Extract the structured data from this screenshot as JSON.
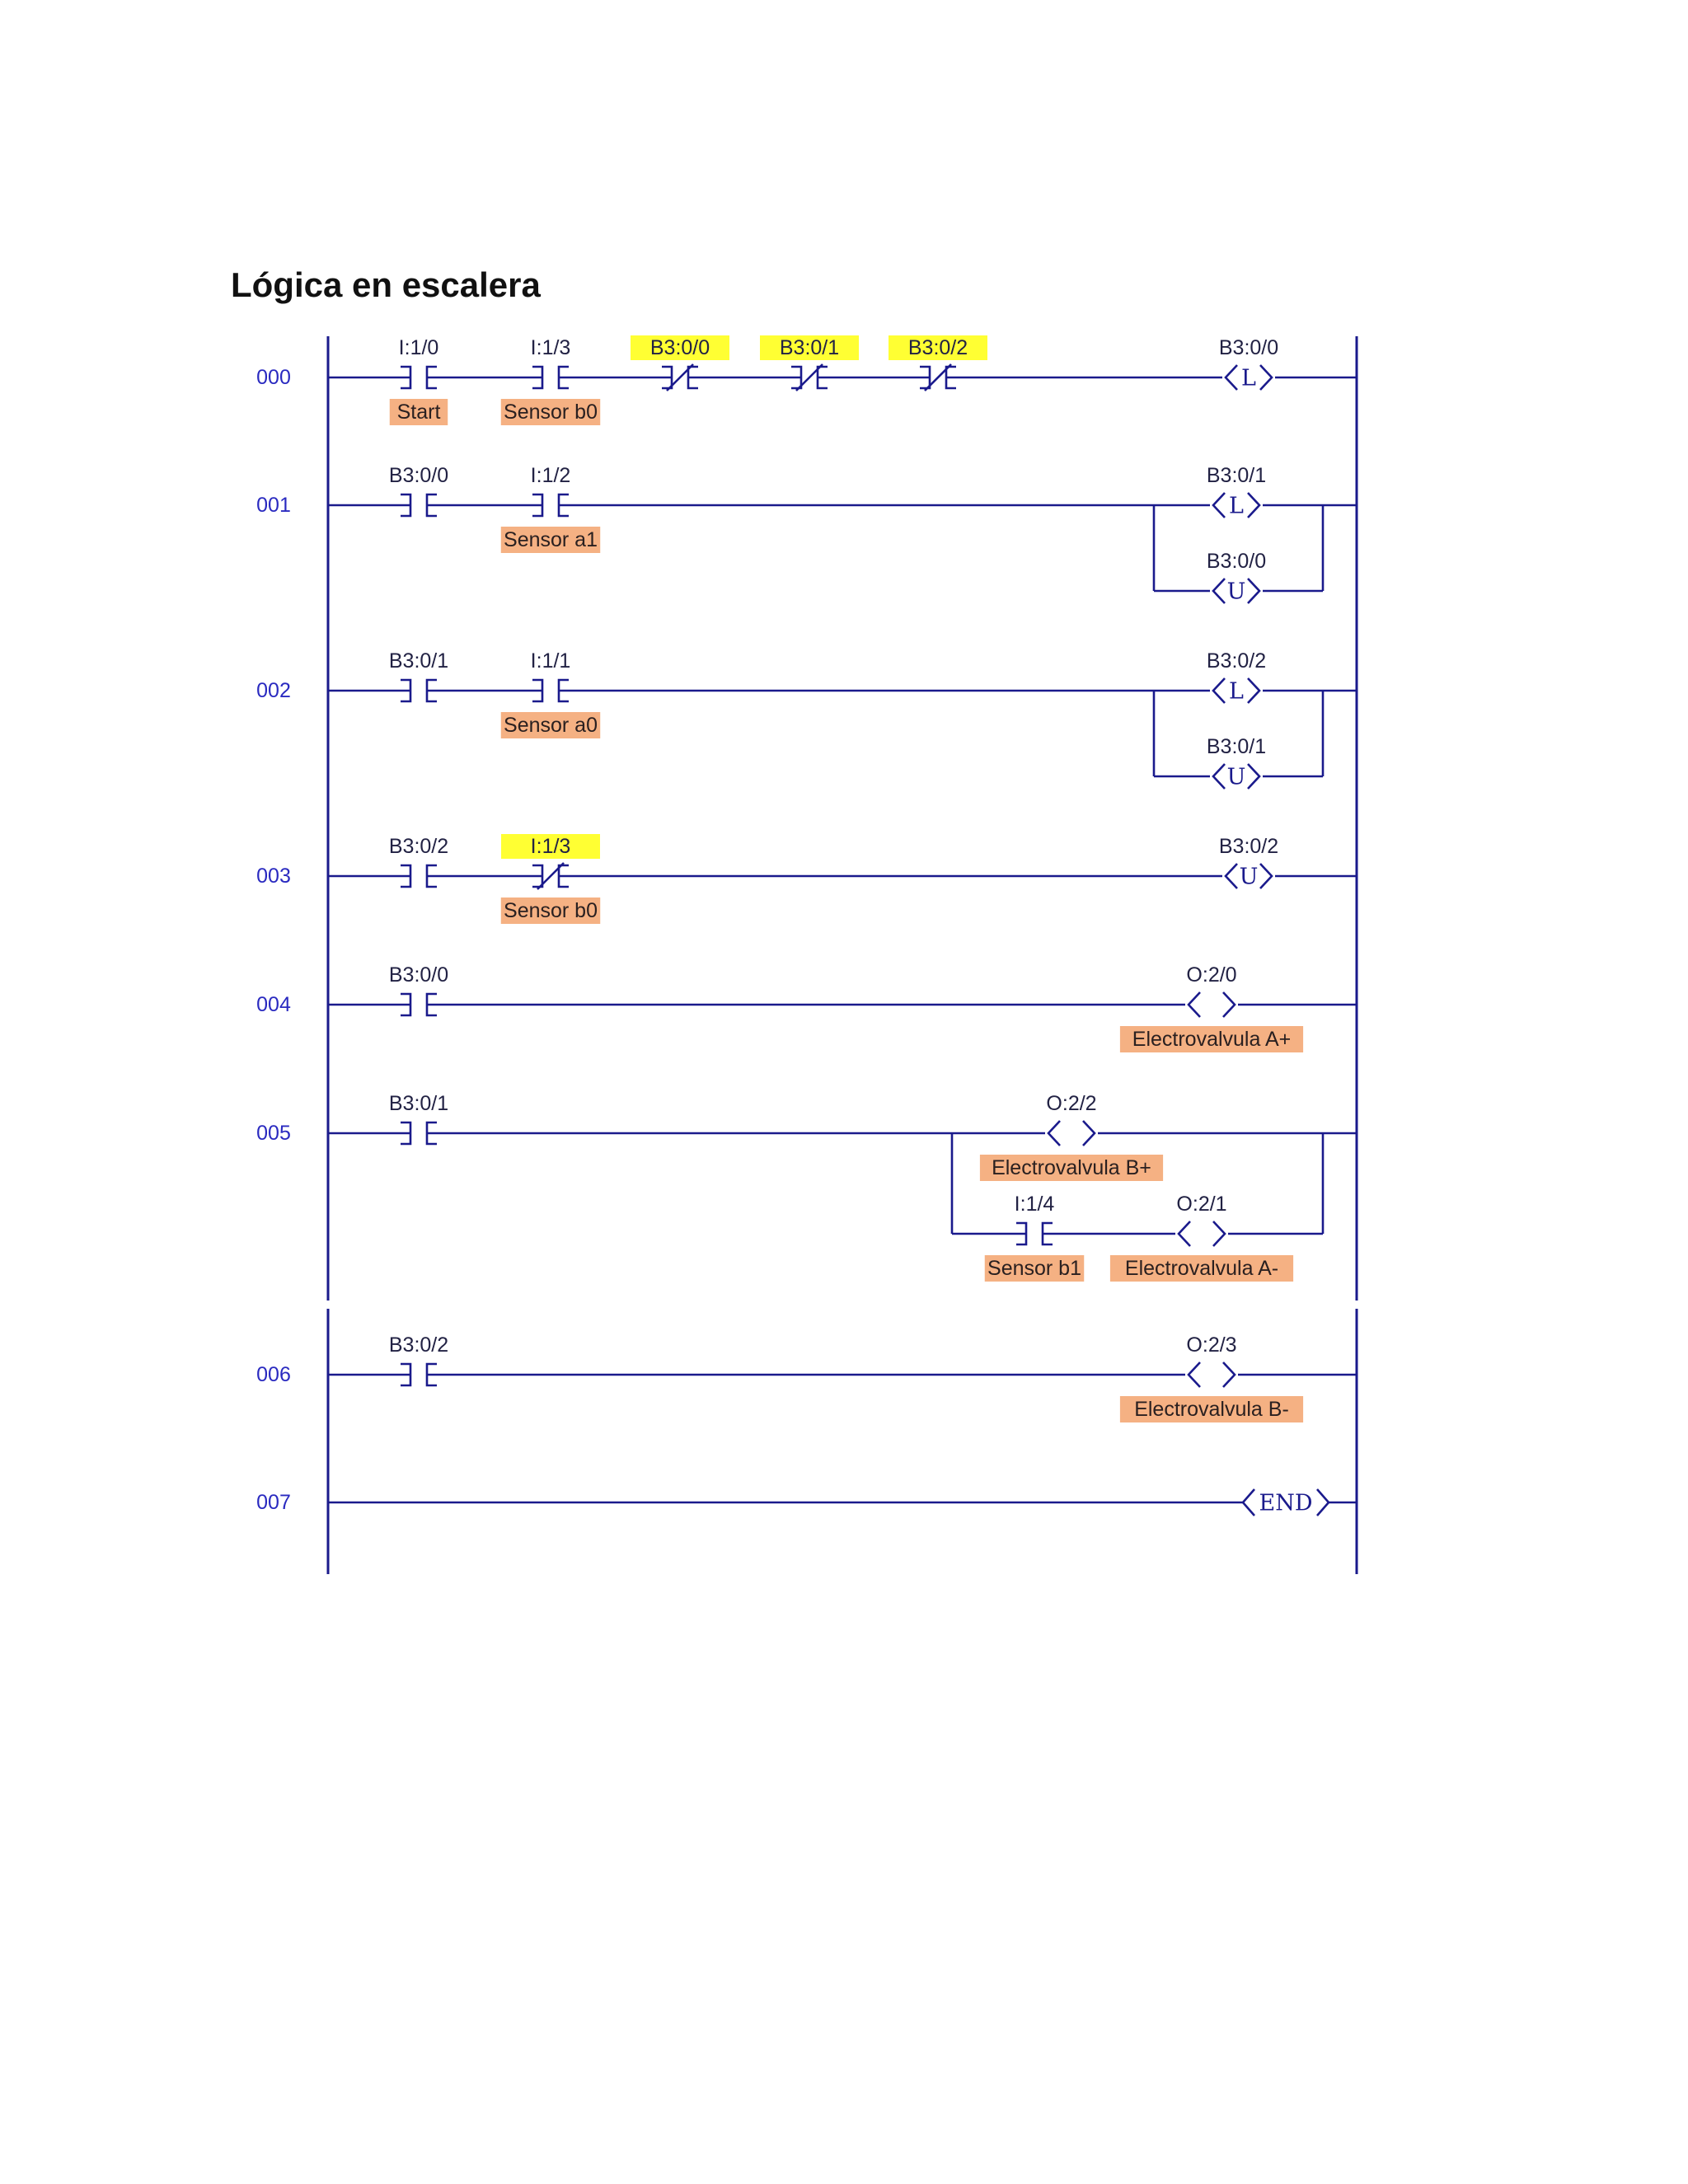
{
  "page": {
    "title": "Lógica en escalera"
  },
  "colors": {
    "wire": "#1a1a8c",
    "rung_number": "#2a2ac0",
    "highlight_yellow": "#ffff33",
    "tag_orange": "#f5b183"
  },
  "rungs": [
    {
      "number": "000",
      "elements": [
        {
          "kind": "xic",
          "address": "I:1/0",
          "tag": "Start"
        },
        {
          "kind": "xic",
          "address": "I:1/3",
          "tag": "Sensor b0"
        },
        {
          "kind": "xio",
          "address": "B3:0/0",
          "address_highlight": true
        },
        {
          "kind": "xio",
          "address": "B3:0/1",
          "address_highlight": true
        },
        {
          "kind": "xio",
          "address": "B3:0/2",
          "address_highlight": true
        },
        {
          "kind": "coil",
          "letter": "L",
          "address": "B3:0/0"
        }
      ]
    },
    {
      "number": "001",
      "elements": [
        {
          "kind": "xic",
          "address": "B3:0/0"
        },
        {
          "kind": "xic",
          "address": "I:1/2",
          "tag": "Sensor a1"
        },
        {
          "kind": "coil",
          "letter": "L",
          "address": "B3:0/1"
        },
        {
          "kind": "coil",
          "letter": "U",
          "address": "B3:0/0"
        }
      ]
    },
    {
      "number": "002",
      "elements": [
        {
          "kind": "xic",
          "address": "B3:0/1"
        },
        {
          "kind": "xic",
          "address": "I:1/1",
          "tag": "Sensor a0"
        },
        {
          "kind": "coil",
          "letter": "L",
          "address": "B3:0/2"
        },
        {
          "kind": "coil",
          "letter": "U",
          "address": "B3:0/1"
        }
      ]
    },
    {
      "number": "003",
      "elements": [
        {
          "kind": "xic",
          "address": "B3:0/2"
        },
        {
          "kind": "xio",
          "address": "I:1/3",
          "address_highlight": true,
          "tag": "Sensor b0"
        },
        {
          "kind": "coil",
          "letter": "U",
          "address": "B3:0/2"
        }
      ]
    },
    {
      "number": "004",
      "elements": [
        {
          "kind": "xic",
          "address": "B3:0/0"
        },
        {
          "kind": "coil",
          "letter": "",
          "address": "O:2/0",
          "tag": "Electrovalvula A+"
        }
      ]
    },
    {
      "number": "005",
      "elements": [
        {
          "kind": "xic",
          "address": "B3:0/1"
        },
        {
          "kind": "coil",
          "letter": "",
          "address": "O:2/2",
          "tag": "Electrovalvula B+"
        },
        {
          "kind": "xic",
          "address": "I:1/4",
          "tag": "Sensor b1"
        },
        {
          "kind": "coil",
          "letter": "",
          "address": "O:2/1",
          "tag": "Electrovalvula A-"
        }
      ]
    },
    {
      "number": "006",
      "elements": [
        {
          "kind": "xic",
          "address": "B3:0/2"
        },
        {
          "kind": "coil",
          "letter": "",
          "address": "O:2/3",
          "tag": "Electrovalvula B-"
        }
      ]
    },
    {
      "number": "007",
      "elements": [
        {
          "kind": "end",
          "label": "END"
        }
      ]
    }
  ]
}
